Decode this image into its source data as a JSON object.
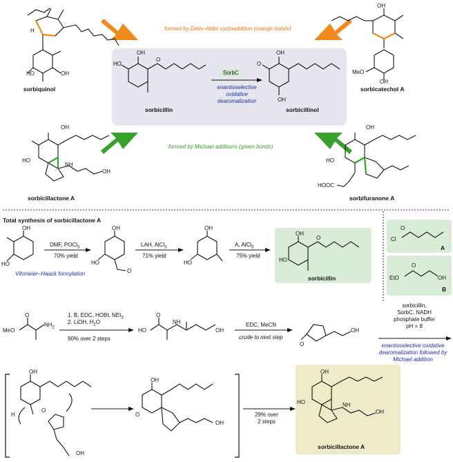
{
  "top": {
    "diels_alder_note": "formed by Diels–Alder cycloaddition (orange bonds)",
    "michael_note": "formed by Michael additions (green bonds)",
    "enzyme": "SorbC",
    "enzyme_desc_1": "enantioselective",
    "enzyme_desc_2": "oxidative",
    "enzyme_desc_3": "dearomalization",
    "compounds": {
      "sorbiquinol": "sorbiquinol",
      "sorbicatechol": "sorbicatechol A",
      "sorbicillin": "sorbicillin",
      "sorbicillinol": "sorbicillinol",
      "sorbicillactone": "sorbicillactone A",
      "sorbifuranone": "sorbifuranone A"
    },
    "atoms": {
      "oh": "OH",
      "ho": "HO",
      "o": "O",
      "h": "H",
      "meo": "MeO",
      "nh": "NH",
      "hooc": "HOOC"
    }
  },
  "synthesis": {
    "title": "Total synthesis of sorbicillactone A",
    "step1": {
      "reagents": "DMF, POCl",
      "sub": "3",
      "yield": "70% yield",
      "name": "Vilsmeier–Haack formylation"
    },
    "step2": {
      "reagents": "LAH, AlCl",
      "sub": "3",
      "yield": "71% yield"
    },
    "step3": {
      "reagents": "A, AlCl",
      "sub": "3",
      "yield": "75% yield"
    },
    "product_label": "sorbicillin",
    "reagent_a_label": "A",
    "reagent_b_label": "B",
    "cl": "Cl",
    "eto": "EtO",
    "row2": {
      "meo": "MeO",
      "nh2": "NH",
      "cond1": "1. B, EDC, HOBt, NEt",
      "cond2": "2. LiOH, H",
      "cond2b": "O",
      "yield": "90% over 2 steps",
      "edc": "EDC, MeCN",
      "crude": "crude to next step",
      "right_cond_1": "sorbicillin,",
      "right_cond_2": "SorbC, NADH",
      "right_cond_3": "phosphate buffer",
      "right_cond_4": "pH = 8",
      "right_note_1": "enantioselective oxidative",
      "right_note_2": "dearomalization followed by",
      "right_note_3": "Michael addition"
    },
    "row3": {
      "yield_1": "29% over",
      "yield_2": "2 steps",
      "final_label": "sorbicillactone A"
    }
  }
}
